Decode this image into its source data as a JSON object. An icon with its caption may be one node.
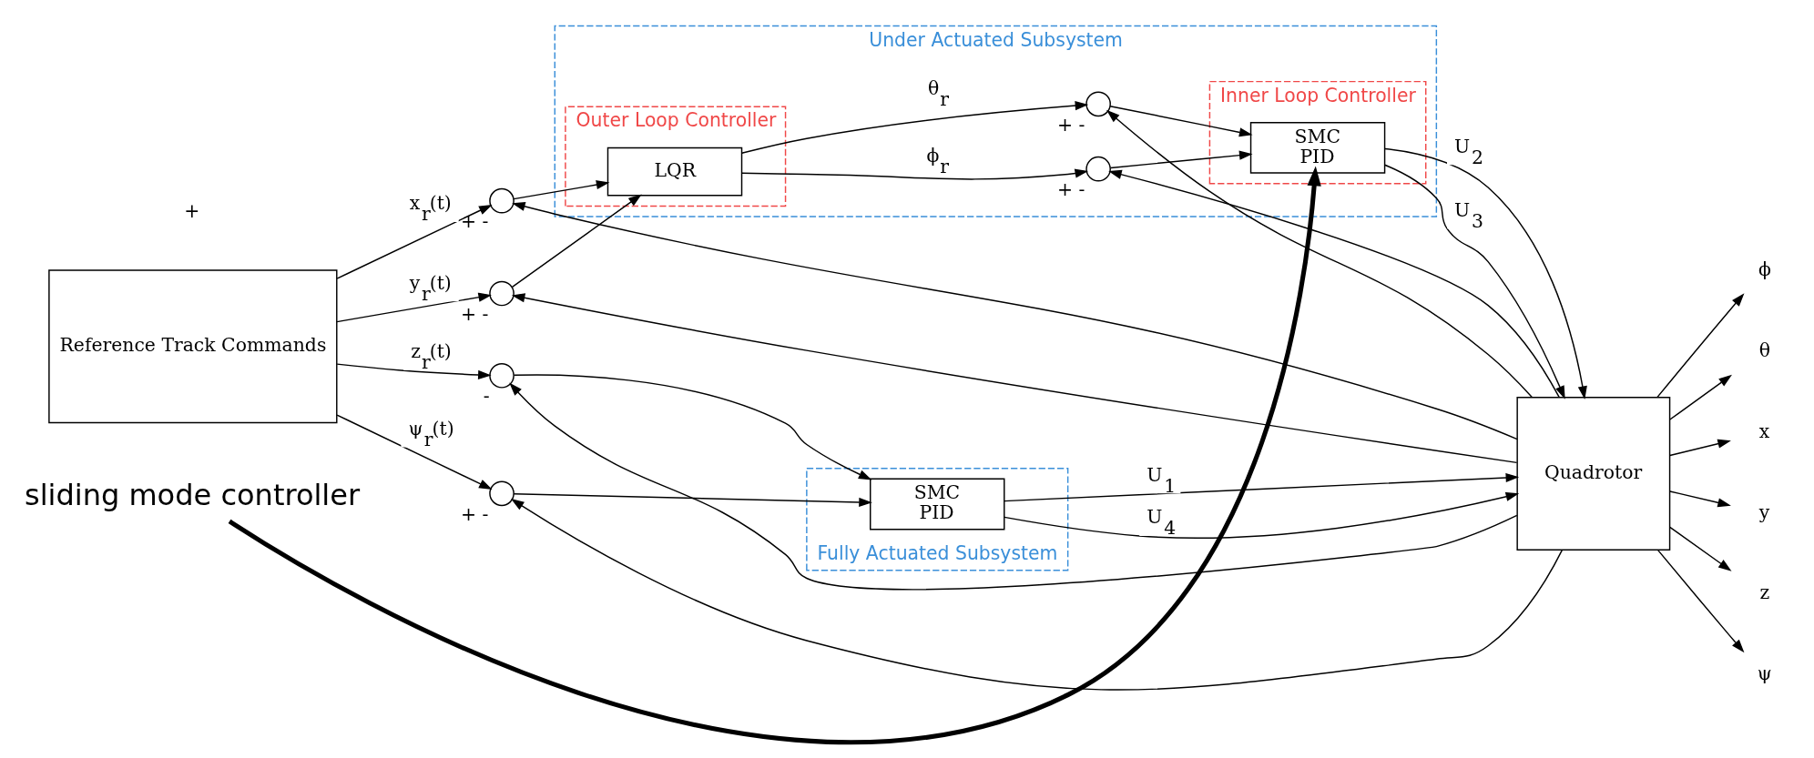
{
  "diagram": {
    "nodes": [
      {
        "text": [
          "Reference Track Commands"
        ]
      },
      {
        "text": [],
        "shape": "circle",
        "beside": [
          "+",
          "-"
        ]
      },
      {
        "text": [],
        "shape": "circle",
        "beside": [
          "+",
          "-"
        ]
      },
      {
        "text": [],
        "shape": "circle",
        "beside": [
          "-"
        ]
      },
      {
        "text": [],
        "shape": "circle",
        "beside": [
          "+",
          "-"
        ]
      },
      {
        "text": [
          "Under Actuated Subsystem"
        ]
      },
      {
        "text": [
          "Outer Loop Controller"
        ],
        "in": 5
      },
      {
        "text": [
          "LQR"
        ],
        "in": 6
      },
      {
        "text": [],
        "shape": "circle",
        "in": 5,
        "beside": [
          "+",
          "-"
        ]
      },
      {
        "text": [],
        "shape": "circle",
        "in": 5,
        "beside": [
          "+",
          "-"
        ]
      },
      {
        "text": [
          "Inner Loop Controller"
        ],
        "in": 5
      },
      {
        "text": [
          "SMC",
          "PID"
        ],
        "in": 10
      },
      {
        "text": [
          "Fully Actuated Subsystem"
        ]
      },
      {
        "text": [
          "SMC",
          "PID"
        ],
        "in": 12
      },
      {
        "text": [
          "Quadrotor"
        ]
      },
      {
        "text": [
          "ϕ"
        ]
      },
      {
        "text": [
          "θ"
        ]
      },
      {
        "text": [
          "x"
        ]
      },
      {
        "text": [
          "y"
        ]
      },
      {
        "text": [
          "z"
        ]
      },
      {
        "text": [
          "ψ"
        ]
      },
      {
        "text": [
          "sliding mode controller"
        ]
      }
    ],
    "edges": [
      {
        "from": 0,
        "to": 1,
        "arrow": "to",
        "label": "x$_{r}$(t)"
      },
      {
        "from": 0,
        "to": 2,
        "arrow": "to",
        "label": "y$_{r}$(t)"
      },
      {
        "from": 0,
        "to": 3,
        "arrow": "to",
        "label": "z$_{r}$(t)"
      },
      {
        "from": 0,
        "to": 4,
        "arrow": "to",
        "label": "ψ$_{r}$(t)"
      },
      {
        "from": 1,
        "to": 7,
        "arrow": "to"
      },
      {
        "from": 2,
        "to": 7,
        "arrow": "to"
      },
      {
        "from": 7,
        "to": 8,
        "arrow": "to",
        "label": "ϕ$_{r}$"
      },
      {
        "from": 7,
        "to": 9,
        "arrow": "to",
        "label": "θ$_{r}$"
      },
      {
        "from": 8,
        "to": 11,
        "arrow": "to"
      },
      {
        "from": 9,
        "to": 11,
        "arrow": "to"
      },
      {
        "from": 3,
        "to": 13,
        "arrow": "to"
      },
      {
        "from": 4,
        "to": 13,
        "arrow": "to"
      },
      {
        "from": 11,
        "to": 14,
        "arrow": "to",
        "label": "U$_{2}$"
      },
      {
        "from": 11,
        "to": 14,
        "arrow": "to",
        "label": "U$_{3}$"
      },
      {
        "from": 13,
        "to": 14,
        "arrow": "to",
        "label": "U$_{1}$"
      },
      {
        "from": 13,
        "to": 14,
        "arrow": "to",
        "label": "U$_{4}$"
      },
      {
        "from": 14,
        "to": 15,
        "arrow": "to"
      },
      {
        "from": 14,
        "to": 16,
        "arrow": "to"
      },
      {
        "from": 14,
        "to": 17,
        "arrow": "to"
      },
      {
        "from": 14,
        "to": 18,
        "arrow": "to"
      },
      {
        "from": 14,
        "to": 19,
        "arrow": "to"
      },
      {
        "from": 14,
        "to": 20,
        "arrow": "to"
      },
      {
        "from": 14,
        "to": 8,
        "arrow": "to"
      },
      {
        "from": 14,
        "to": 9,
        "arrow": "to"
      },
      {
        "from": 14,
        "to": 1,
        "arrow": "to"
      },
      {
        "from": 14,
        "to": 2,
        "arrow": "to"
      },
      {
        "from": 14,
        "to": 3,
        "arrow": "to"
      },
      {
        "from": 14,
        "to": 4,
        "arrow": "to"
      },
      {
        "from": 21,
        "to": 11,
        "arrow": "to",
        "style": "thick"
      }
    ],
    "labels": [
      "+"
    ]
  }
}
